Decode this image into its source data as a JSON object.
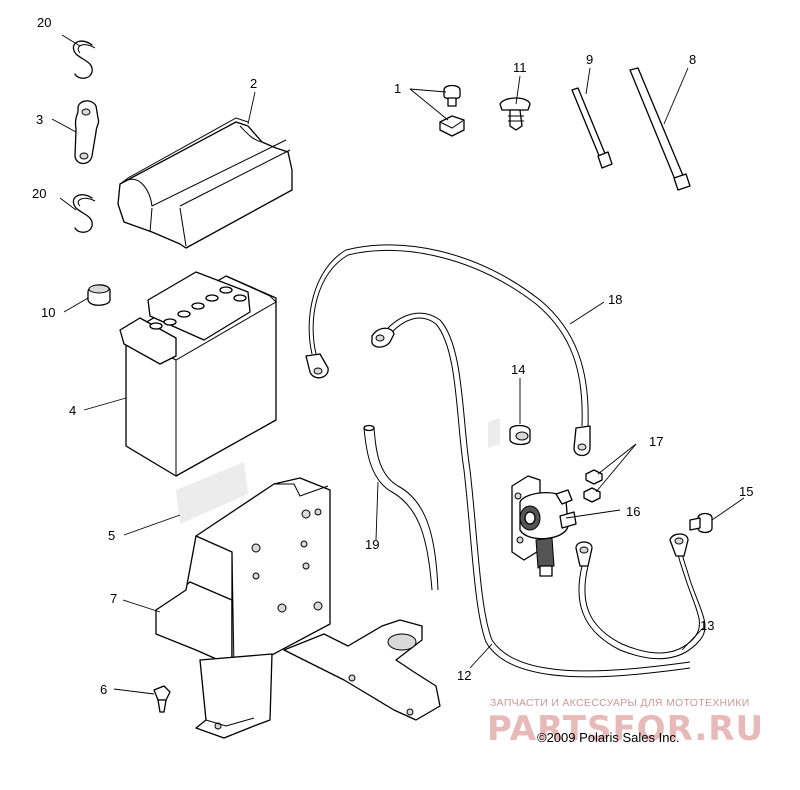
{
  "diagram": {
    "callouts": {
      "c1": "1",
      "c2": "2",
      "c3": "3",
      "c4": "4",
      "c5": "5",
      "c6": "6",
      "c7": "7",
      "c8": "8",
      "c9": "9",
      "c10": "10",
      "c11": "11",
      "c12": "12",
      "c13": "13",
      "c14": "14",
      "c15": "15",
      "c16": "16",
      "c17": "17",
      "c18": "18",
      "c19": "19",
      "c20a": "20",
      "c20b": "20"
    },
    "copyright": "©2009 Polaris Sales Inc.",
    "watermark": {
      "tagline": "ЗАПЧАСТИ И АКСЕССУАРЫ ДЛЯ МОТОТЕХНИКИ",
      "logo": "PARTSFOR.RU"
    }
  }
}
